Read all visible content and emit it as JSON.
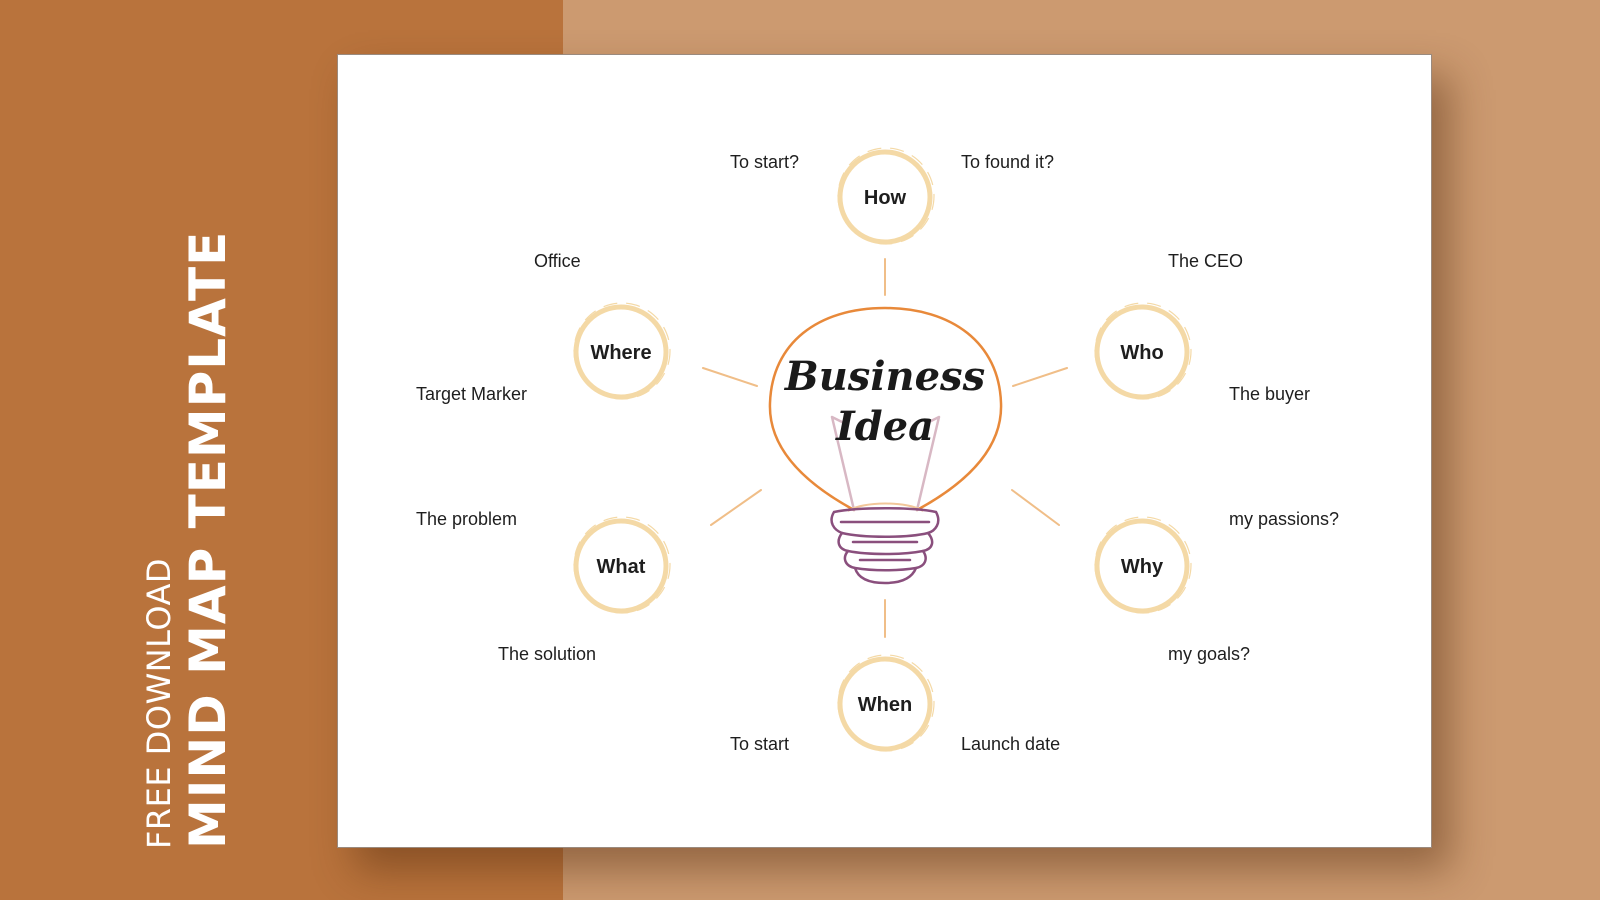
{
  "side": {
    "subtitle": "FREE DOWNLOAD",
    "title": "MIND MAP TEMPLATE"
  },
  "colors": {
    "left_panel": "#B9733C",
    "right_background": "#CC9A70",
    "bulb_outline": "#E8893A",
    "bulb_base": "#8A4F7D",
    "ring": "#F4D9A6",
    "connector": "#F0BE88"
  },
  "center": {
    "line1": "Business",
    "line2": "Idea",
    "icon": "lightbulb-icon"
  },
  "nodes": {
    "how": {
      "label": "How",
      "leaf_a": "To start?",
      "leaf_b": "To found it?"
    },
    "who": {
      "label": "Who",
      "leaf_a": "The CEO",
      "leaf_b": "The buyer"
    },
    "why": {
      "label": "Why",
      "leaf_a": "my passions?",
      "leaf_b": "my goals?"
    },
    "when": {
      "label": "When",
      "leaf_a": "To start",
      "leaf_b": "Launch date"
    },
    "what": {
      "label": "What",
      "leaf_a": "The problem",
      "leaf_b": "The solution"
    },
    "where": {
      "label": "Where",
      "leaf_a": "Office",
      "leaf_b": "Target Marker"
    }
  }
}
